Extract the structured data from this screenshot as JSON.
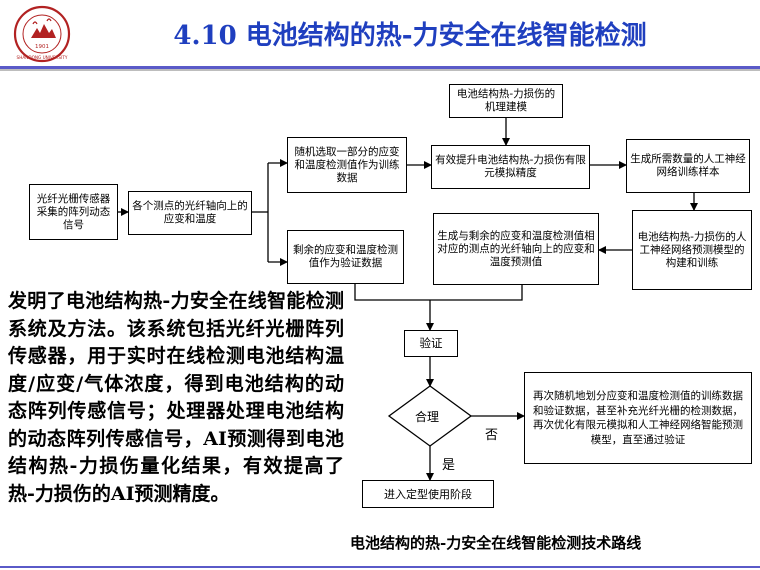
{
  "title": "4.10 电池结构的热-力安全在线智能检测",
  "logo": {
    "year": "1901",
    "university": "SHANDONG UNIVERSITY"
  },
  "diagram": {
    "nodes": {
      "sensor_signal": "光纤光栅传感器采集的阵列动态信号",
      "strain_temp": "各个测点的光纤轴向上的应变和温度",
      "train_select": "随机选取一部分的应变和温度检测值作为训练数据",
      "mechanism": "电池结构热-力损伤的机理建模",
      "fe_simulation": "有效提升电池结构热-力损伤有限元模拟精度",
      "gen_samples": "生成所需数量的人工神经网络训练样本",
      "nn_model": "电池结构热-力损伤的人工神经网络预测模型的构建和训练",
      "predicted": "生成与剩余的应变和温度检测值相对应的测点的光纤轴向上的应变和温度预测值",
      "remaining": "剩余的应变和温度检测值作为验证数据",
      "verify": "验证",
      "reasonable": "合理",
      "retry": "再次随机地划分应变和温度检测值的训练数据和验证数据，甚至补充光纤光栅的检测数据，再次优化有限元模拟和人工神经网络智能预测模型，直至通过验证",
      "finalize": "进入定型使用阶段"
    },
    "labels": {
      "no": "否",
      "yes": "是"
    },
    "caption": "电池结构的热-力安全在线智能检测技术路线"
  },
  "description": "发明了电池结构热-力安全在线智能检测系统及方法。该系统包括光纤光栅阵列传感器，用于实时在线检测电池结构温度/应变/气体浓度，得到电池结构的动态阵列传感信号；处理器处理电池结构的动态阵列传感信号，AI预测得到电池结构热-力损伤量化结果，有效提高了热-力损伤的AI预测精度。",
  "colors": {
    "title": "#1f3fbf",
    "logo": "#b22222",
    "rule": "#5a5ac8"
  }
}
